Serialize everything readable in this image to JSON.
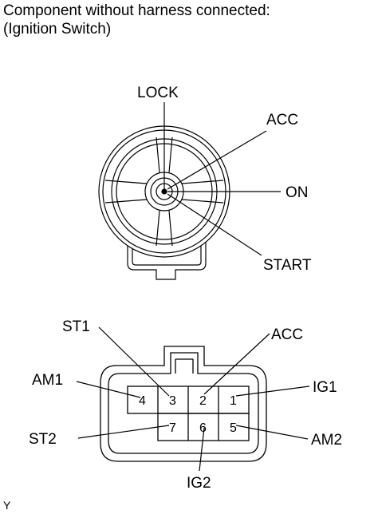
{
  "header": {
    "line1": "Component without harness connected:",
    "line2": "(Ignition Switch)"
  },
  "switch_positions": {
    "lock": "LOCK",
    "acc": "ACC",
    "on": "ON",
    "start": "START"
  },
  "connector": {
    "terminals": [
      {
        "number": "4",
        "name": "AM1"
      },
      {
        "number": "3",
        "name": "ST1"
      },
      {
        "number": "2",
        "name": "ACC"
      },
      {
        "number": "1",
        "name": "IG1"
      },
      {
        "number": "7",
        "name": "ST2"
      },
      {
        "number": "6",
        "name": "IG2"
      },
      {
        "number": "5",
        "name": "AM2"
      }
    ]
  },
  "figure_code": "Y"
}
